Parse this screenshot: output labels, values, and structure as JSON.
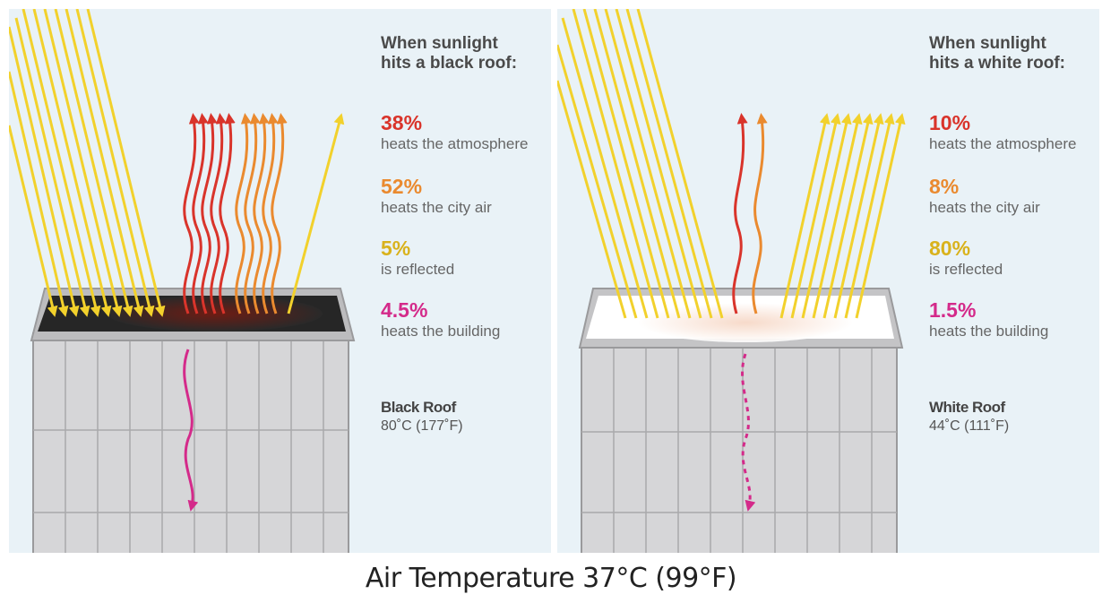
{
  "colors": {
    "panel_bg": "#e9f2f7",
    "sun": "#f2d12c",
    "atmosphere": "#d9342b",
    "city_air": "#ea8a2f",
    "reflected": "#d9b21c",
    "building": "#d42a8a",
    "building_face": "#d6d6d8",
    "building_outline": "#9a9a9c"
  },
  "panels": [
    {
      "heading_line1": "When sunlight",
      "heading_line2": "hits a black roof:",
      "stats": [
        {
          "value": "38%",
          "label": "heats the atmosphere",
          "color": "#d9342b"
        },
        {
          "value": "52%",
          "label": "heats the city air",
          "color": "#ea8a2f"
        },
        {
          "value": "5%",
          "label": "is reflected",
          "color": "#d9b21c"
        },
        {
          "value": "4.5%",
          "label": "heats the building",
          "color": "#d42a8a"
        }
      ],
      "roof_name": "Black Roof",
      "roof_temp": "80˚C (177˚F)"
    },
    {
      "heading_line1": "When sunlight",
      "heading_line2": "hits a white roof:",
      "stats": [
        {
          "value": "10%",
          "label": "heats the atmosphere",
          "color": "#d9342b"
        },
        {
          "value": "8%",
          "label": "heats the city air",
          "color": "#ea8a2f"
        },
        {
          "value": "80%",
          "label": "is reflected",
          "color": "#d9b21c"
        },
        {
          "value": "1.5%",
          "label": "heats the building",
          "color": "#d42a8a"
        }
      ],
      "roof_name": "White Roof",
      "roof_temp": "44˚C (111˚F)"
    }
  ],
  "caption": "Air Temperature 37°C (99°F)"
}
